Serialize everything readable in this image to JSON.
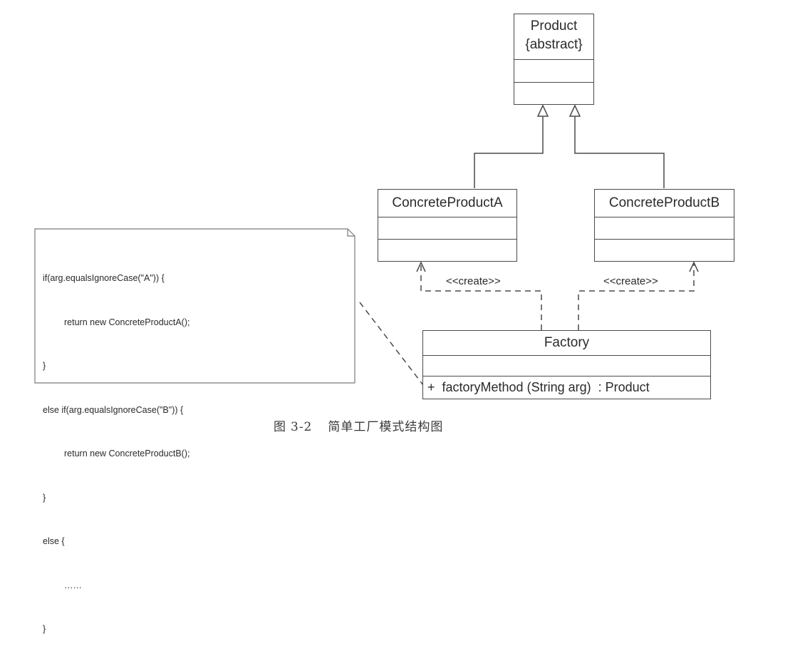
{
  "classes": {
    "product": {
      "name": "Product",
      "modifier": "{abstract}"
    },
    "concrete_a": {
      "name": "ConcreteProductA"
    },
    "concrete_b": {
      "name": "ConcreteProductB"
    },
    "factory": {
      "name": "Factory",
      "operation": "+  factoryMethod (String arg)  : Product"
    }
  },
  "stereotypes": {
    "create_a": "<<create>>",
    "create_b": "<<create>>"
  },
  "note": {
    "lines": [
      "if(arg.equalsIgnoreCase(\"A\")) {",
      "return new ConcreteProductA();",
      "}",
      "else if(arg.equalsIgnoreCase(\"B\")) {",
      "return new ConcreteProductB();",
      "}",
      "else {",
      "……",
      "}"
    ]
  },
  "caption": {
    "figure": "图",
    "number": "3-2",
    "title": "简单工厂模式结构图"
  }
}
